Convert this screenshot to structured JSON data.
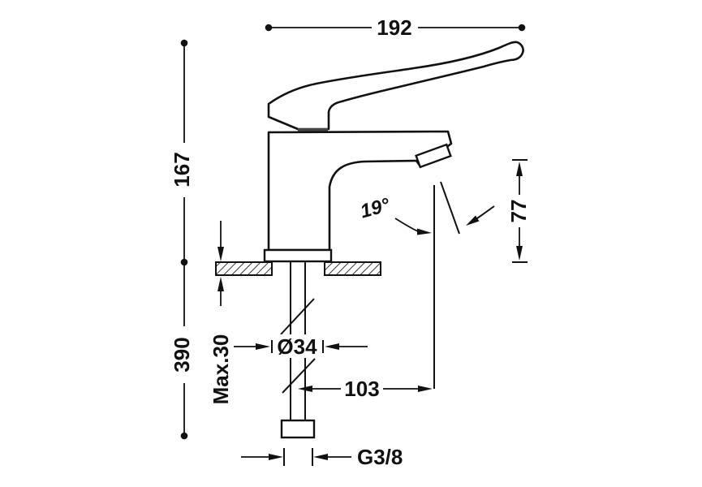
{
  "colors": {
    "background": "#ffffff",
    "ink": "#111111"
  },
  "labels": {
    "overall_length": "192",
    "height_above_deck": "167",
    "depth_below_deck": "390",
    "max_mounting_thickness": "Max.30",
    "shank_diameter": "Ø34",
    "spout_projection": "103",
    "inlet_thread": "G3/8",
    "outlet_height": "77",
    "stream_angle": "19°"
  }
}
